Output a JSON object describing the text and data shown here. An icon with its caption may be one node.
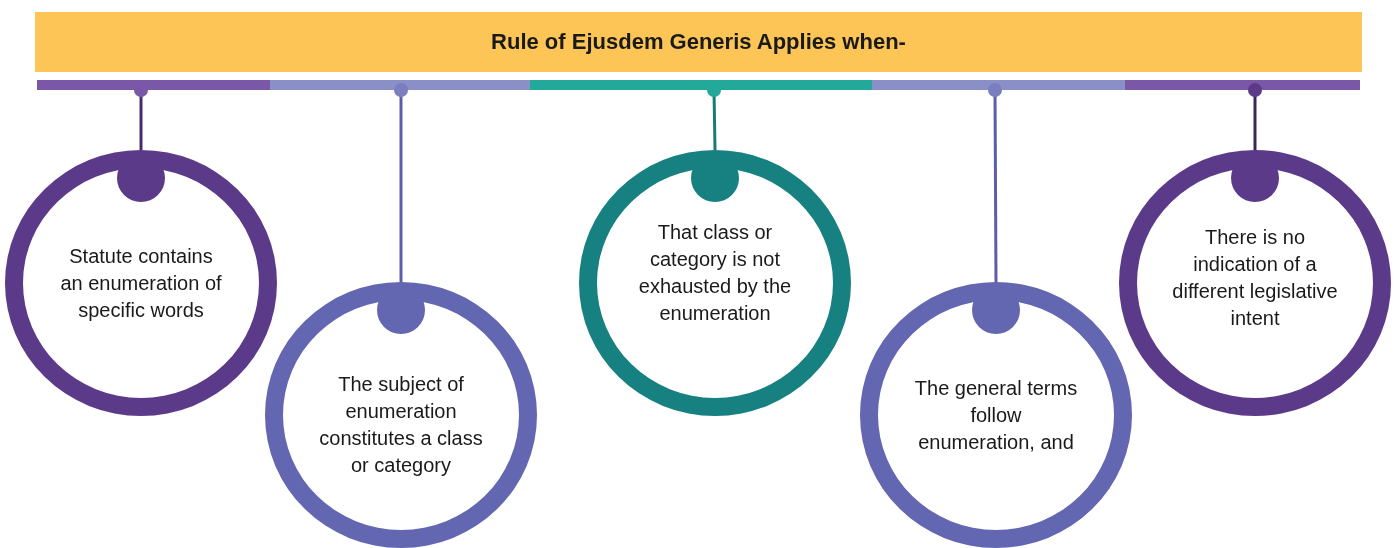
{
  "diagram": {
    "title": "Rule of Ejusdem Generis Applies when-",
    "nodes": [
      {
        "text": [],
        "shape": "bar"
      },
      {
        "text": [],
        "shape": "bar"
      },
      {
        "text": [],
        "shape": "bar"
      },
      {
        "text": [],
        "shape": "bar"
      },
      {
        "text": [],
        "shape": "bar"
      },
      {
        "text": [
          "Statute contains an enumeration of specific words"
        ]
      },
      {
        "text": [
          "The subject of enumeration constitutes a class or category"
        ]
      },
      {
        "text": [
          "That class or category is not exhausted by the enumeration"
        ]
      },
      {
        "text": [
          "The general terms follow enumeration, and"
        ]
      },
      {
        "text": [
          "There is no indication of a different legislative intent"
        ]
      }
    ],
    "edges": [
      {
        "from": 0,
        "to": 5,
        "arrow": "none",
        "color": "#4a2a6e"
      },
      {
        "from": 1,
        "to": 6,
        "arrow": "none",
        "color": "#5c5fa8"
      },
      {
        "from": 2,
        "to": 7,
        "arrow": "none",
        "color": "#1a7a7a"
      },
      {
        "from": 3,
        "to": 8,
        "arrow": "none",
        "color": "#5c5fa8"
      },
      {
        "from": 4,
        "to": 9,
        "arrow": "none",
        "color": "#3d2458"
      }
    ]
  }
}
